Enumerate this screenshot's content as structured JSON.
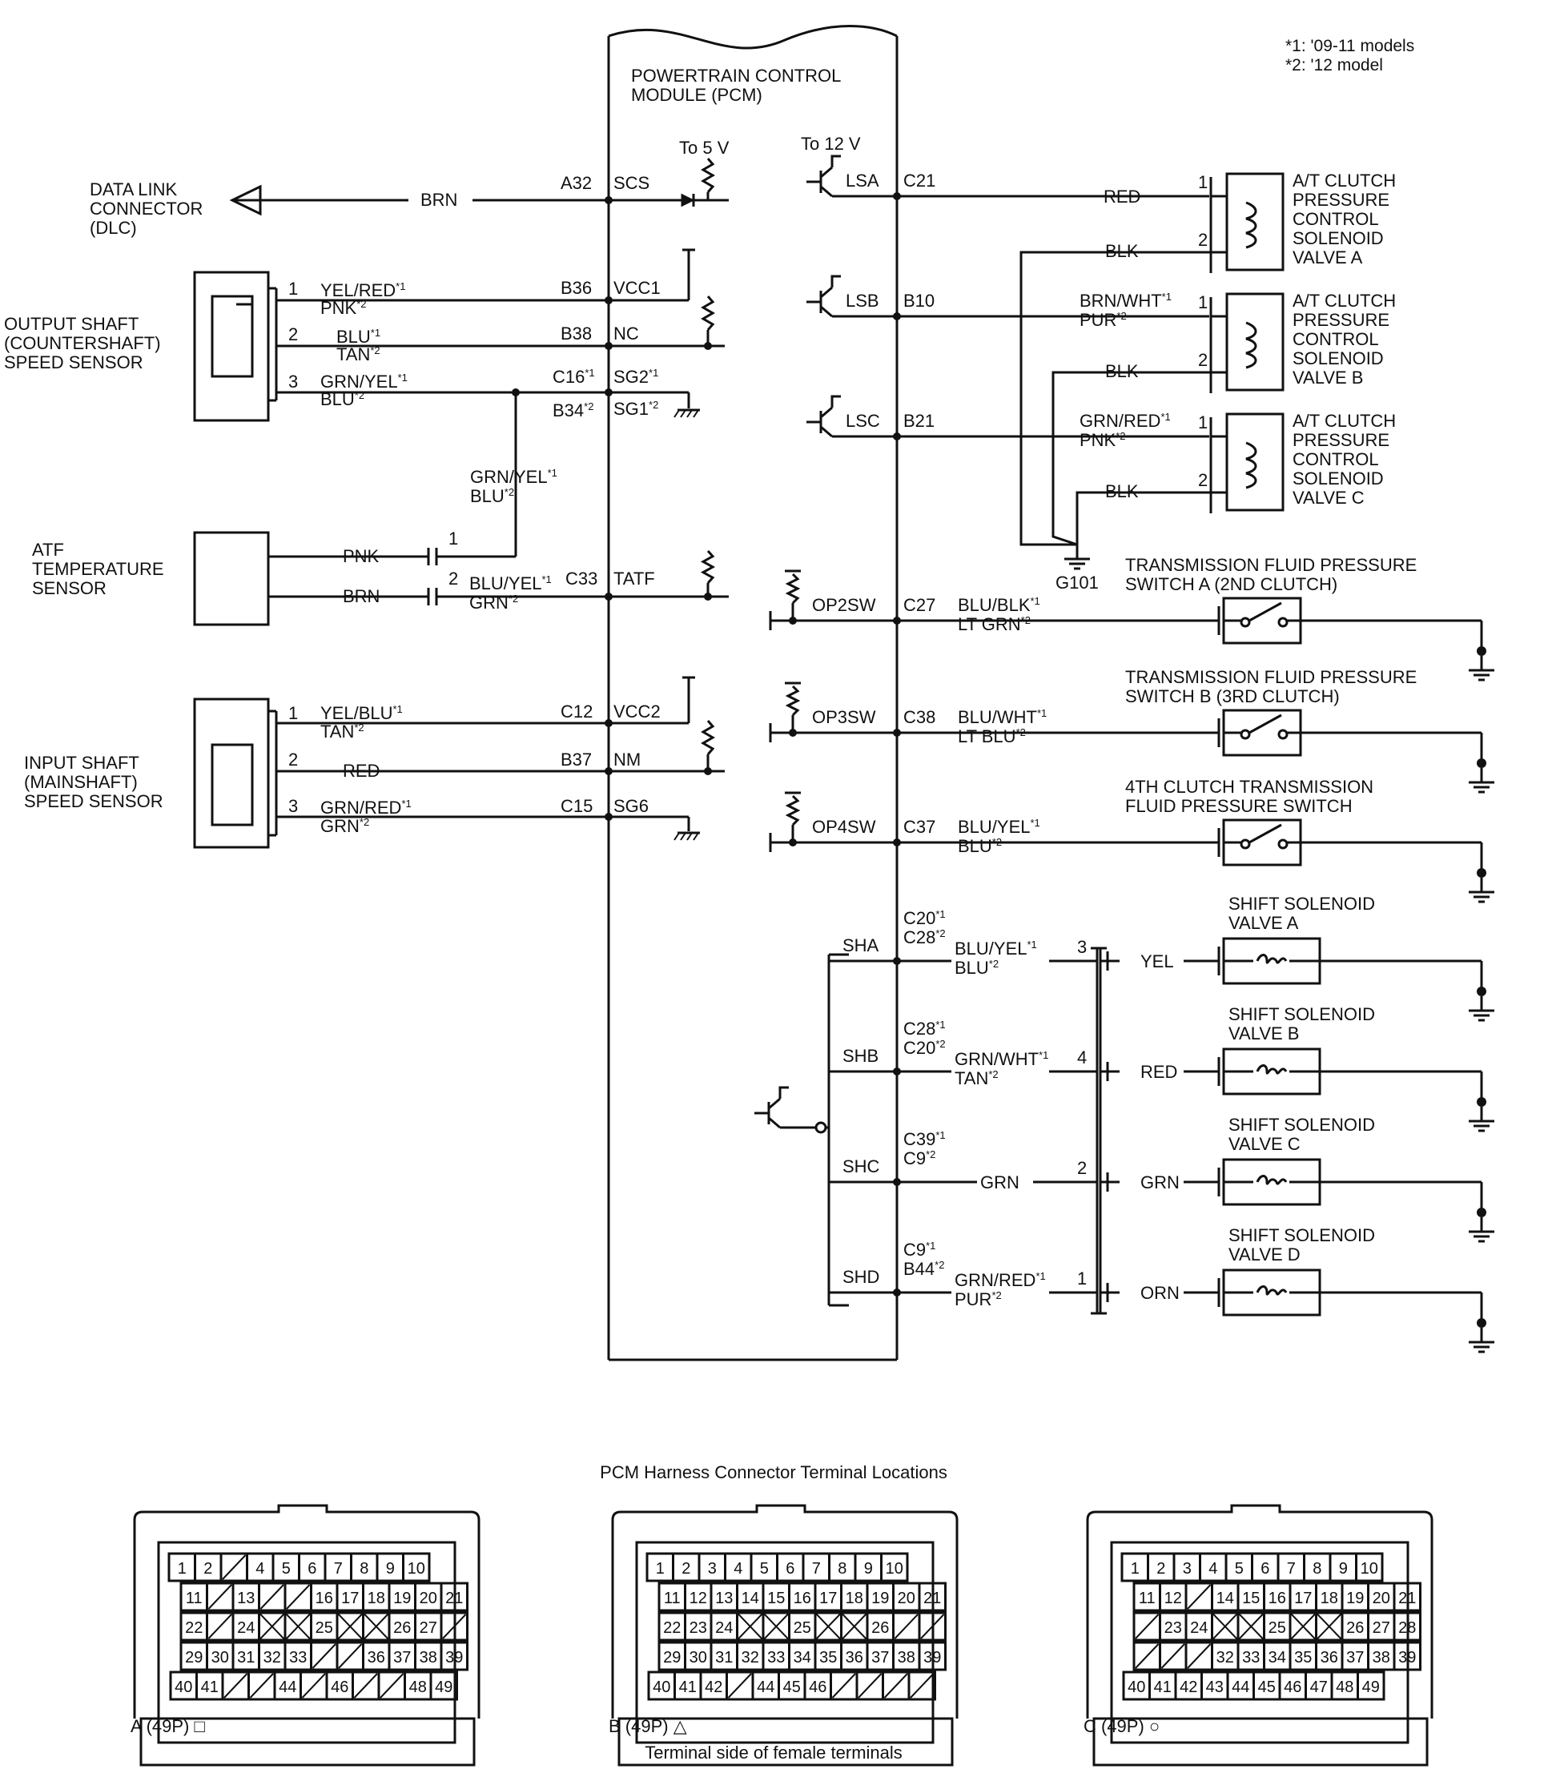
{
  "notes": [
    "*1: '09-11 models",
    "*2: '12 model"
  ],
  "pcm": {
    "title": [
      "POWERTRAIN CONTROL",
      "MODULE (PCM)"
    ],
    "to5v": "To 5 V",
    "to12v": "To 12 V"
  },
  "left_devices": {
    "dlc": [
      "DATA LINK",
      "CONNECTOR",
      "(DLC)"
    ],
    "oss": [
      "OUTPUT SHAFT",
      "(COUNTERSHAFT)",
      "SPEED SENSOR"
    ],
    "atf": [
      "ATF",
      "TEMPERATURE",
      "SENSOR"
    ],
    "iss": [
      "INPUT SHAFT",
      "(MAINSHAFT)",
      "SPEED SENSOR"
    ]
  },
  "left_wires": [
    {
      "pin": "",
      "c1": "BRN",
      "c2": "",
      "term": "A32",
      "term_note": "",
      "term2": "",
      "term2_note": "",
      "sig": "SCS",
      "sig_note": "",
      "sig2": "",
      "sig2_note": ""
    },
    {
      "pin": "1",
      "c1": "YEL/RED",
      "c1n": "*1",
      "c2": "PNK",
      "c2n": "*2",
      "term": "B36",
      "term_note": "",
      "term2": "",
      "term2_note": "",
      "sig": "VCC1",
      "sig_note": "",
      "sig2": "",
      "sig2_note": ""
    },
    {
      "pin": "2",
      "c1": "BLU",
      "c1n": "*1",
      "c2": "TAN",
      "c2n": "*2",
      "term": "B38",
      "term_note": "",
      "term2": "",
      "term2_note": "",
      "sig": "NC",
      "sig_note": "",
      "sig2": "",
      "sig2_note": ""
    },
    {
      "pin": "3",
      "c1": "GRN/YEL",
      "c1n": "*1",
      "c2": "BLU",
      "c2n": "*2",
      "term": "C16",
      "term_note": "*1",
      "term2": "B34",
      "term2_note": "*2",
      "sig": "SG2",
      "sig_note": "*1",
      "sig2": "SG1",
      "sig2_note": "*2"
    },
    {
      "pin": "1",
      "c1": "PNK",
      "c1n": "",
      "c2": "",
      "c2n": "",
      "term": "",
      "term_note": "",
      "term2": "",
      "term2_note": "",
      "sig": "",
      "sig_note": "",
      "sig2": "",
      "sig2_note": ""
    },
    {
      "pin": "2",
      "c1": "BRN",
      "c1n": "",
      "c2": "",
      "c2n": "",
      "term": "C33",
      "term_note": "",
      "term2": "",
      "term2_note": "",
      "sig": "TATF",
      "sig_note": "",
      "sig2": "",
      "sig2_note": ""
    },
    {
      "pin": "1",
      "c1": "YEL/BLU",
      "c1n": "*1",
      "c2": "TAN",
      "c2n": "*2",
      "term": "C12",
      "term_note": "",
      "term2": "",
      "term2_note": "",
      "sig": "VCC2",
      "sig_note": "",
      "sig2": "",
      "sig2_note": ""
    },
    {
      "pin": "2",
      "c1": "RED",
      "c1n": "",
      "c2": "",
      "c2n": "",
      "term": "B37",
      "term_note": "",
      "term2": "",
      "term2_note": "",
      "sig": "NM",
      "sig_note": "",
      "sig2": "",
      "sig2_note": ""
    },
    {
      "pin": "3",
      "c1": "GRN/RED",
      "c1n": "*1",
      "c2": "GRN",
      "c2n": "*2",
      "term": "C15",
      "term_note": "",
      "term2": "",
      "term2_note": "",
      "sig": "SG6",
      "sig_note": "",
      "sig2": "",
      "sig2_note": ""
    }
  ],
  "mid_wire": {
    "c1": "GRN/YEL",
    "c1n": "*1",
    "c2": "BLU",
    "c2n": "*2"
  },
  "atf_wire2": {
    "c1": "BLU/YEL",
    "c1n": "*1",
    "c2": "GRN",
    "c2n": "*2"
  },
  "solenoids": [
    {
      "sig": "LSA",
      "term": "C21",
      "c1": "RED",
      "c1n": "",
      "c2": "",
      "c2n": "",
      "gnd": "BLK",
      "name": [
        "A/T CLUTCH",
        "PRESSURE",
        "CONTROL",
        "SOLENOID",
        "VALVE A"
      ]
    },
    {
      "sig": "LSB",
      "term": "B10",
      "c1": "BRN/WHT",
      "c1n": "*1",
      "c2": "PUR",
      "c2n": "*2",
      "gnd": "BLK",
      "name": [
        "A/T CLUTCH",
        "PRESSURE",
        "CONTROL",
        "SOLENOID",
        "VALVE B"
      ]
    },
    {
      "sig": "LSC",
      "term": "B21",
      "c1": "GRN/RED",
      "c1n": "*1",
      "c2": "PNK",
      "c2n": "*2",
      "gnd": "BLK",
      "name": [
        "A/T CLUTCH",
        "PRESSURE",
        "CONTROL",
        "SOLENOID",
        "VALVE C"
      ]
    }
  ],
  "ground": "G101",
  "switches": [
    {
      "sig": "OP2SW",
      "term": "C27",
      "c1": "BLU/BLK",
      "c1n": "*1",
      "c2": "LT GRN",
      "c2n": "*2",
      "name": [
        "TRANSMISSION FLUID PRESSURE",
        "SWITCH A (2ND CLUTCH)"
      ]
    },
    {
      "sig": "OP3SW",
      "term": "C38",
      "c1": "BLU/WHT",
      "c1n": "*1",
      "c2": "LT BLU",
      "c2n": "*2",
      "name": [
        "TRANSMISSION FLUID PRESSURE",
        "SWITCH B (3RD CLUTCH)"
      ]
    },
    {
      "sig": "OP4SW",
      "term": "C37",
      "c1": "BLU/YEL",
      "c1n": "*1",
      "c2": "BLU",
      "c2n": "*2",
      "name": [
        "4TH CLUTCH TRANSMISSION",
        "FLUID PRESSURE SWITCH"
      ]
    }
  ],
  "shift": [
    {
      "sig": "SHA",
      "t1": "C20",
      "t1n": "*1",
      "t2": "C28",
      "t2n": "*2",
      "c1": "BLU/YEL",
      "c1n": "*1",
      "c2": "BLU",
      "c2n": "*2",
      "pin": "3",
      "wire": "YEL",
      "name": [
        "SHIFT SOLENOID",
        "VALVE A"
      ]
    },
    {
      "sig": "SHB",
      "t1": "C28",
      "t1n": "*1",
      "t2": "C20",
      "t2n": "*2",
      "c1": "GRN/WHT",
      "c1n": "*1",
      "c2": "TAN",
      "c2n": "*2",
      "pin": "4",
      "wire": "RED",
      "name": [
        "SHIFT SOLENOID",
        "VALVE B"
      ]
    },
    {
      "sig": "SHC",
      "t1": "C39",
      "t1n": "*1",
      "t2": "C9",
      "t2n": "*2",
      "c1": "GRN",
      "c1n": "",
      "c2": "",
      "c2n": "",
      "pin": "2",
      "wire": "GRN",
      "name": [
        "SHIFT SOLENOID",
        "VALVE C"
      ]
    },
    {
      "sig": "SHD",
      "t1": "C9",
      "t1n": "*1",
      "t2": "B44",
      "t2n": "*2",
      "c1": "GRN/RED",
      "c1n": "*1",
      "c2": "PUR",
      "c2n": "*2",
      "pin": "1",
      "wire": "ORN",
      "name": [
        "SHIFT SOLENOID",
        "VALVE D"
      ]
    }
  ],
  "connectors": {
    "title": "PCM Harness Connector Terminal Locations",
    "footer": "Terminal side of female terminals",
    "items": [
      {
        "label": "A (49P)",
        "symbol": "□",
        "rows": [
          [
            "1",
            "2",
            "/",
            "4",
            "5",
            "6",
            "7",
            "8",
            "9",
            "10"
          ],
          [
            "11",
            "/",
            "13",
            "/",
            "/",
            "16",
            "17",
            "18",
            "19",
            "20",
            "21"
          ],
          [
            "22",
            "/",
            "24",
            "X",
            "X",
            "25",
            "X",
            "X",
            "26",
            "27",
            "/"
          ],
          [
            "29",
            "30",
            "31",
            "32",
            "33",
            "/",
            "/",
            "36",
            "37",
            "38",
            "39"
          ],
          [
            "40",
            "41",
            "/",
            "/",
            "44",
            "/",
            "46",
            "/",
            "/",
            "48",
            "49"
          ]
        ]
      },
      {
        "label": "B (49P)",
        "symbol": "△",
        "rows": [
          [
            "1",
            "2",
            "3",
            "4",
            "5",
            "6",
            "7",
            "8",
            "9",
            "10"
          ],
          [
            "11",
            "12",
            "13",
            "14",
            "15",
            "16",
            "17",
            "18",
            "19",
            "20",
            "21"
          ],
          [
            "22",
            "23",
            "24",
            "X",
            "X",
            "25",
            "X",
            "X",
            "26",
            "/",
            "/"
          ],
          [
            "29",
            "30",
            "31",
            "32",
            "33",
            "34",
            "35",
            "36",
            "37",
            "38",
            "39"
          ],
          [
            "40",
            "41",
            "42",
            "/",
            "44",
            "45",
            "46",
            "/",
            "/",
            "/",
            "/"
          ]
        ]
      },
      {
        "label": "C (49P)",
        "symbol": "○",
        "rows": [
          [
            "1",
            "2",
            "3",
            "4",
            "5",
            "6",
            "7",
            "8",
            "9",
            "10"
          ],
          [
            "11",
            "12",
            "/",
            "14",
            "15",
            "16",
            "17",
            "18",
            "19",
            "20",
            "21"
          ],
          [
            "/",
            "23",
            "24",
            "X",
            "X",
            "25",
            "X",
            "X",
            "26",
            "27",
            "28"
          ],
          [
            "/",
            "/",
            "/",
            "32",
            "33",
            "34",
            "35",
            "36",
            "37",
            "38",
            "39"
          ],
          [
            "40",
            "41",
            "42",
            "43",
            "44",
            "45",
            "46",
            "47",
            "48",
            "49"
          ]
        ]
      }
    ]
  }
}
